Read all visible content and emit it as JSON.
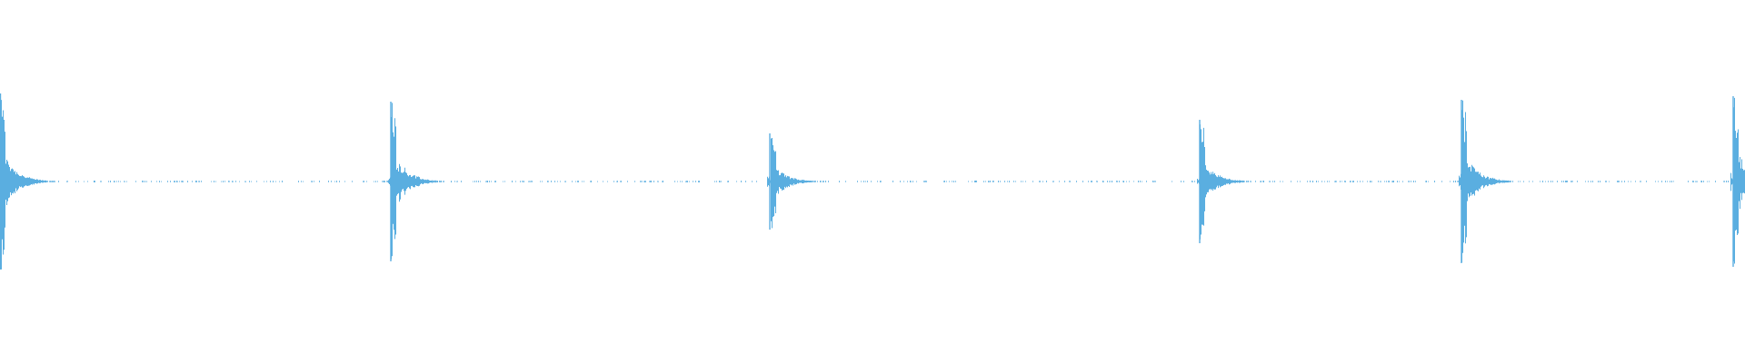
{
  "waveform": {
    "color": "#5aaee0",
    "onsets_seconds": [
      0.0,
      4.3,
      8.47,
      13.2,
      16.08,
      19.07
    ],
    "peak_amplitudes": [
      0.97,
      0.88,
      0.53,
      0.68,
      0.9,
      0.94
    ],
    "duration_seconds": 19.2
  }
}
